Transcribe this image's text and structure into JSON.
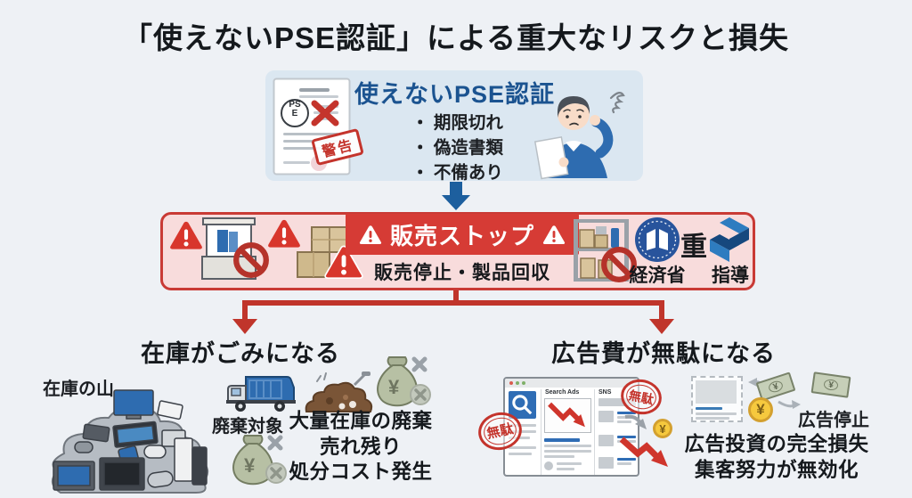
{
  "title": "「使えないPSE認証」による重大なリスクと損失",
  "top_box": {
    "heading": "使えないPSE認証",
    "bullets": [
      "・ 期限切れ",
      "・ 偽造書類",
      "・ 不備あり"
    ],
    "warning_stamp": "警告",
    "pse_mark_top": "PS",
    "pse_mark_bottom": "E"
  },
  "banner": {
    "title": "販売ストップ",
    "subtitle": "販売停止・製品回収",
    "ministry_label": "経済省",
    "weight_char": "重",
    "guidance_label": "指導"
  },
  "left_section": {
    "heading": "在庫がごみになる",
    "pile_label": "在庫の山",
    "disposal_label": "廃棄対象",
    "lines": [
      "大量在庫の廃棄",
      "売れ残り",
      "処分コスト発生"
    ]
  },
  "right_section": {
    "heading": "広告費が無駄になる",
    "browser_tab1": "Search Ads",
    "browser_tab2": "SNS",
    "stamp_label": "無駄",
    "ad_stop_label": "広告停止",
    "lines": [
      "広告投資の完全損失",
      "集客努力が無効化"
    ]
  },
  "symbols": {
    "yen": "¥"
  },
  "colors": {
    "background": "#eef1f5",
    "accent_blue": "#1b5390",
    "alert_red": "#d63b35",
    "banner_bg": "#f8dcdc"
  }
}
